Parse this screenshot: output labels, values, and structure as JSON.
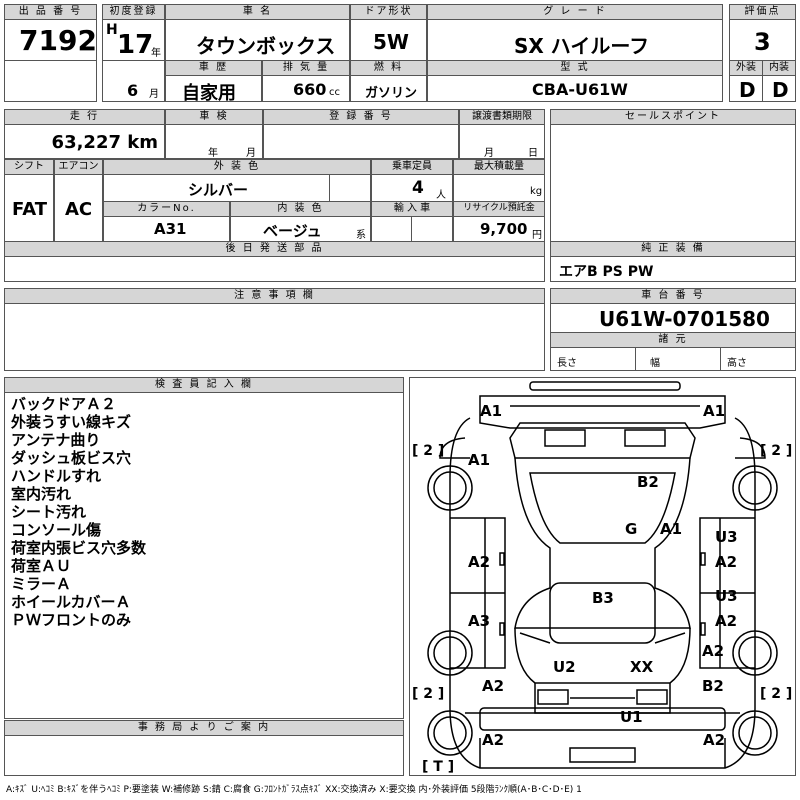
{
  "header": {
    "lot_number_label": "出 品 番 号",
    "lot_number": "7192",
    "first_reg_label": "初度登録",
    "era": "H",
    "year": "17",
    "year_unit": "年",
    "month": "6",
    "month_unit": "月",
    "car_name_label": "車 名",
    "car_name": "タウンボックス",
    "door_label": "ドア形状",
    "door": "5W",
    "grade_label": "グ レ ー ド",
    "grade": "SX ハイルーフ",
    "score_label": "評価点",
    "score": "3",
    "history_label": "車 歴",
    "history": "自家用",
    "displacement_label": "排 気 量",
    "displacement": "660",
    "displacement_unit": "cc",
    "fuel_label": "燃 料",
    "fuel": "ガソリン",
    "model_label": "型 式",
    "model": "CBA-U61W",
    "exterior_label": "外装",
    "exterior": "D",
    "interior_label": "内装",
    "interior": "D"
  },
  "row2": {
    "mileage_label": "走 行",
    "mileage": "63,227 km",
    "inspection_label": "車 検",
    "inspection_year_unit": "年",
    "inspection_month_unit": "月",
    "reg_no_label": "登 録 番 号",
    "transfer_label": "譲渡書類期限",
    "transfer_month_unit": "月",
    "transfer_day_unit": "日",
    "sales_points_label": "セールスポイント",
    "shift_label": "シフト",
    "shift": "FAT",
    "ac_label": "エアコン",
    "ac": "AC",
    "ext_color_label": "外 装 色",
    "ext_color": "シルバー",
    "capacity_label": "乗車定員",
    "capacity": "4",
    "capacity_unit": "人",
    "max_load_label": "最大積載量",
    "max_load_unit": "kg",
    "color_no_label": "カラーNo.",
    "color_no": "A31",
    "int_color_label": "内 装 色",
    "int_color": "ベージュ",
    "int_color_unit": "系",
    "import_label": "輸 入 車",
    "recycle_label": "リサイクル預託金",
    "recycle": "9,700",
    "recycle_unit": "円",
    "later_parts_label": "後 日 発 送 部 品",
    "equipment_label": "純 正 装 備",
    "equipment": "エアB PS PW",
    "caution_label": "注 意 事 項 欄",
    "chassis_label": "車 台 番 号",
    "chassis": "U61W-0701580",
    "specs_label": "諸 元",
    "length_label": "長さ",
    "width_label": "幅",
    "height_label": "高さ"
  },
  "inspector": {
    "label": "検 査 員 記 入 欄",
    "notes": [
      "バックドアＡ２",
      "外装うすい線キズ",
      "アンテナ曲り",
      "ダッシュ板ビス穴",
      "ハンドルすれ",
      "室内汚れ",
      "シート汚れ",
      "コンソール傷",
      "荷室内張ビス穴多数",
      "荷室ＡＵ",
      "ミラーＡ",
      "ホイールカバーＡ",
      "ＰＷフロントのみ"
    ],
    "office_label": "事 務 局 よ り ご 案 内"
  },
  "diagram": {
    "marks": [
      "A1",
      "A1",
      "A1",
      "B2",
      "G",
      "A1",
      "U3",
      "A2",
      "A2",
      "U3",
      "B3",
      "A3",
      "A2",
      "A2",
      "U2",
      "XX",
      "A2",
      "B2",
      "U1",
      "A2",
      "A2"
    ],
    "brackets": [
      "[ 2 ]",
      "[ 2 ]",
      "[ 2 ]",
      "[ 2 ]",
      "[ T ]"
    ]
  },
  "legend": "A:ｷｽﾞ U:ﾍｺﾐ B:ｷｽﾞを伴うﾍｺﾐ P:要塗装 W:補修跡 S:錆 C:腐食 G:ﾌﾛﾝﾄｶﾞﾗｽ点ｷｽﾞ XX:交換済み X:要交換 内･外装評価 5段階ﾗﾝｸ順(A･B･C･D･E) 1"
}
